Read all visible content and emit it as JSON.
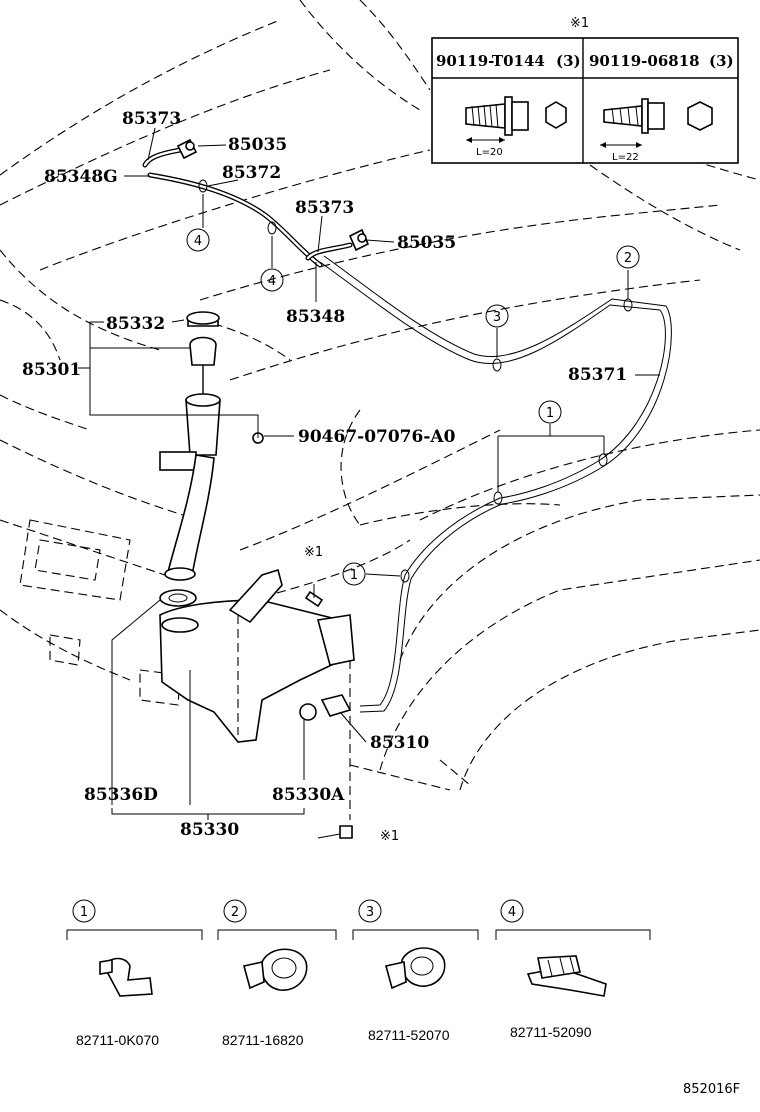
{
  "bolt_note": {
    "mark": "※1",
    "bolts": [
      {
        "part": "90119-T0144",
        "qty": "(3)",
        "length": "L=20"
      },
      {
        "part": "90119-06818",
        "qty": "(3)",
        "length": "L=22"
      }
    ]
  },
  "callouts": {
    "c85373a": "85373",
    "c85035a": "85035",
    "c85348g": "85348G",
    "c85372": "85372",
    "c85373b": "85373",
    "c85035b": "85035",
    "c85348": "85348",
    "c85332": "85332",
    "c85301": "85301",
    "c90467": "90467-07076-A0",
    "c85371": "85371",
    "c85310": "85310",
    "c85336d": "85336D",
    "c85330a": "85330A",
    "c85330": "85330"
  },
  "marks": {
    "m1a": "※1",
    "m1b": "※1"
  },
  "clip_refs": {
    "r4a": "4",
    "r4b": "4",
    "r3": "3",
    "r2": "2",
    "r1a": "1",
    "r1b": "1"
  },
  "clip_legend": [
    {
      "num": "1",
      "part": "82711-0K070"
    },
    {
      "num": "2",
      "part": "82711-16820"
    },
    {
      "num": "3",
      "part": "82711-52070"
    },
    {
      "num": "4",
      "part": "82711-52090"
    }
  ],
  "diagram_code": "852016F"
}
